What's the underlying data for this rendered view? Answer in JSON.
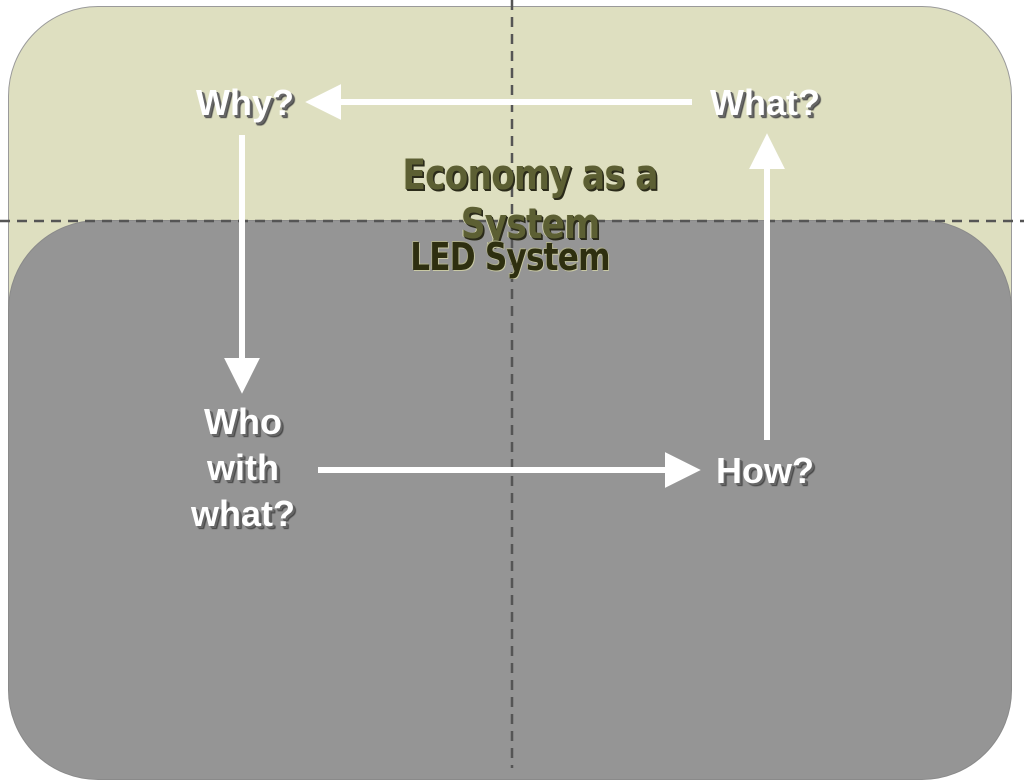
{
  "diagram": {
    "title": "Economy as a System",
    "subtitle": "LED System",
    "nodes": {
      "why": "Why?",
      "what": "What?",
      "who_line1": "Who",
      "who_line2": "with",
      "who_line3": "what?",
      "how": "How?"
    },
    "colors": {
      "top_panel": "#dedfc0",
      "bottom_panel": "#959595",
      "arrow": "#ffffff",
      "divider": "#555555"
    }
  }
}
